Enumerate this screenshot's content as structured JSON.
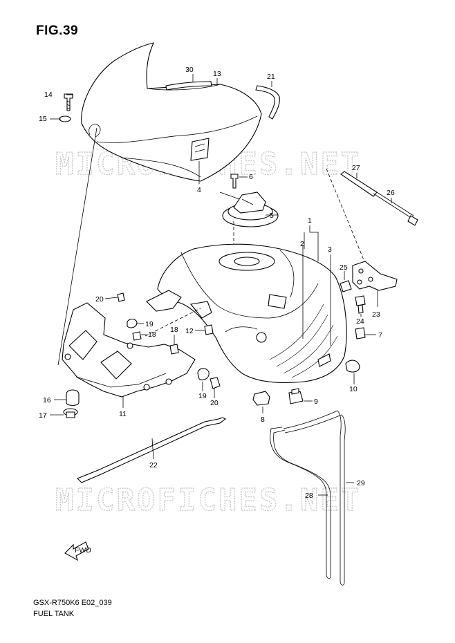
{
  "figure_title": "FIG.39",
  "model_code": "GSX-R750K6 E02_039",
  "section_title": "FUEL TANK",
  "watermark_text": "MICROFICHES.NET",
  "callouts": {
    "c1": "1",
    "c2": "2",
    "c3": "3",
    "c4": "4",
    "c5": "5",
    "c6": "6",
    "c7": "7",
    "c8": "8",
    "c9": "9",
    "c10": "10",
    "c11": "11",
    "c12": "12",
    "c13": "13",
    "c14": "14",
    "c15": "15",
    "c16": "16",
    "c17": "17",
    "c18a": "18",
    "c18b": "18",
    "c19a": "19",
    "c19b": "19",
    "c20a": "20",
    "c20b": "20",
    "c21": "21",
    "c22": "22",
    "c23": "23",
    "c24": "24",
    "c25": "25",
    "c26": "26",
    "c27": "27",
    "c28": "28",
    "c29": "29",
    "c30": "30"
  },
  "direction_badge": "FWD",
  "colors": {
    "line": "#000000",
    "watermark": "#c8c8c8",
    "background": "#ffffff"
  }
}
